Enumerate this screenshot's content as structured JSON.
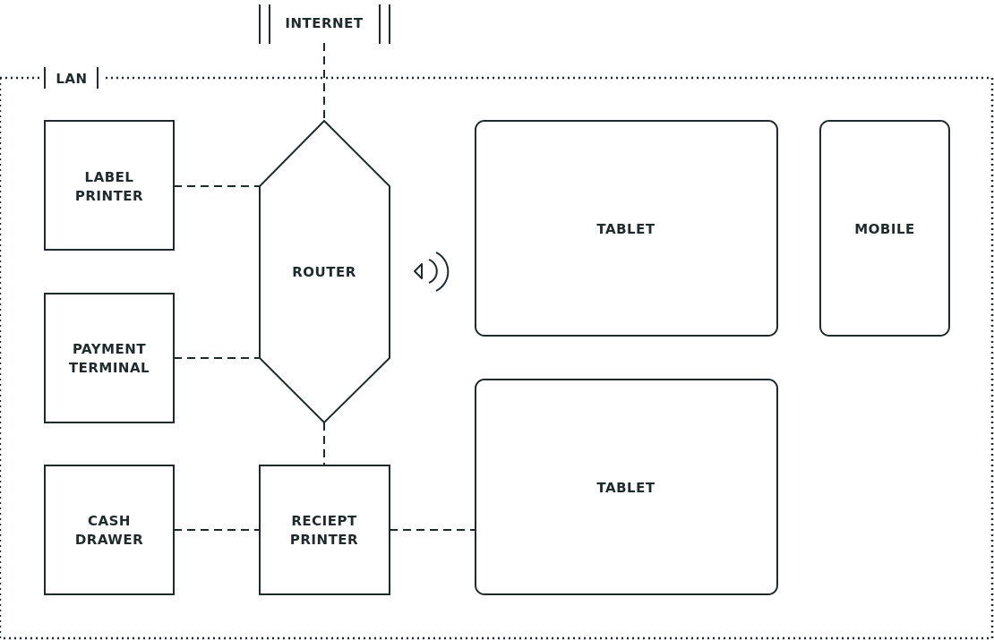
{
  "diagram": {
    "internet_label": "INTERNET",
    "lan_label": "LAN",
    "nodes": {
      "label_printer": [
        "LABEL",
        "PRINTER"
      ],
      "payment_terminal": [
        "PAYMENT",
        "TERMINAL"
      ],
      "cash_drawer": [
        "CASH",
        "DRAWER"
      ],
      "router": "ROUTER",
      "receipt_printer": [
        "RECIEPT",
        "PRINTER"
      ],
      "tablet_top": "TABLET",
      "tablet_bottom": "TABLET",
      "mobile": "MOBILE"
    }
  }
}
